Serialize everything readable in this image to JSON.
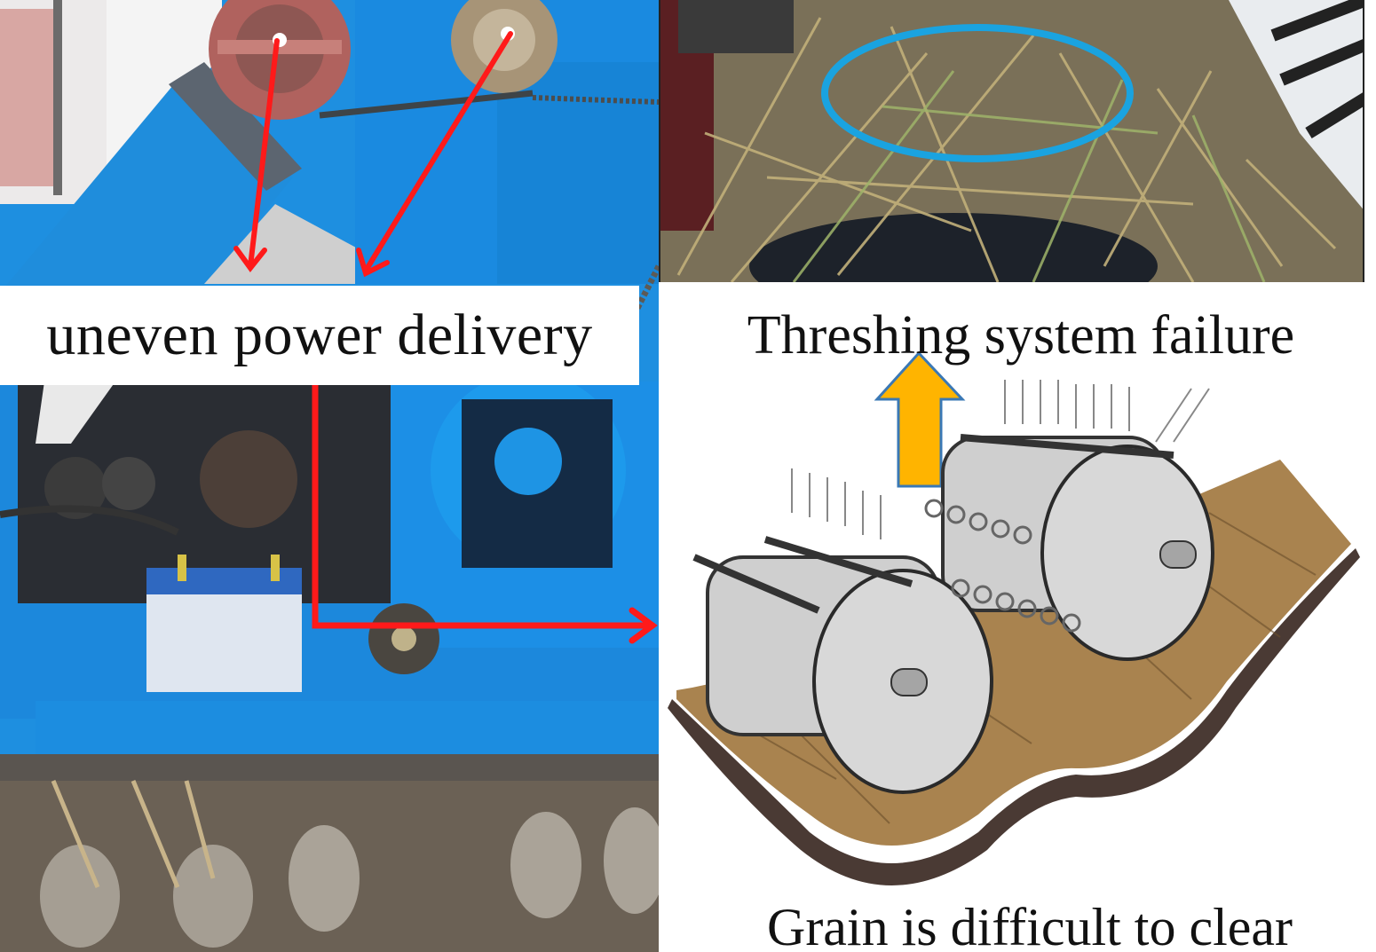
{
  "figure": {
    "panels": {
      "left": {
        "description": "Photo of blue combine harvester side with pulleys, chain drive, battery and crawler track",
        "annotations": {
          "label": "uneven power delivery",
          "arrow_color": "#ff1a1a"
        }
      },
      "right_top": {
        "description": "Photo of straw clogging threshing drum",
        "annotations": {
          "highlight_ellipse_color": "#1aa3e0"
        }
      },
      "right_bottom": {
        "description": "Illustration of two threshing drums clogged with straw",
        "annotations": {
          "upper_label": "Threshing system failure",
          "lower_label": "Grain is difficult to clear",
          "arrow_color": "#ffb400",
          "arrow_outline": "#3a78b5"
        }
      }
    },
    "colors": {
      "machine_blue": "#1e8fe0",
      "pulley_red": "#b0625e",
      "straw": "#a9834f",
      "drum_gray": "#d3d3d3",
      "trough": "#4a3a34"
    }
  }
}
